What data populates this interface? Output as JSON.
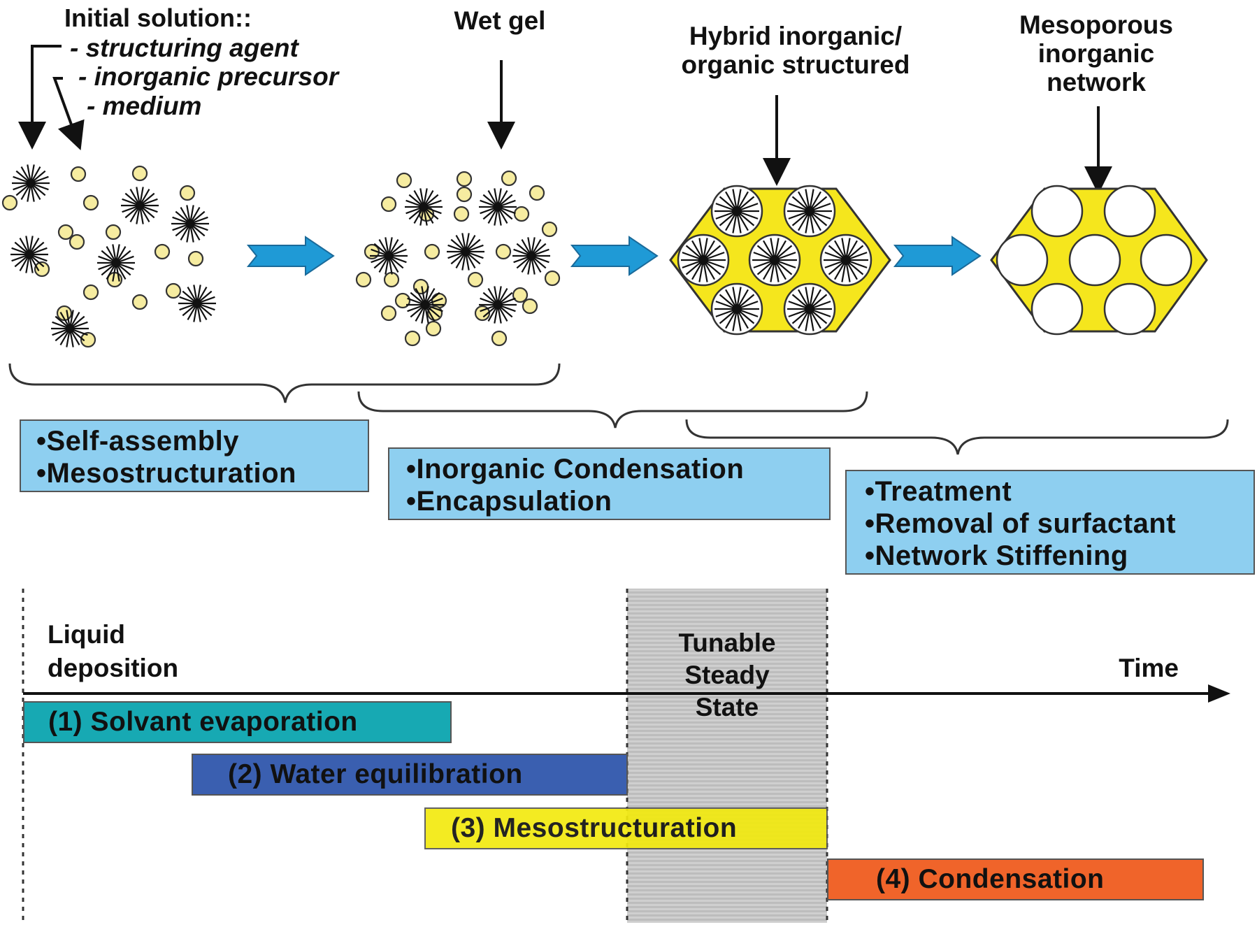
{
  "labels": {
    "initial_solution": {
      "title": "Initial solution::",
      "items": [
        "- structuring agent",
        "- inorganic precursor",
        "- medium"
      ]
    },
    "wet_gel": "Wet gel",
    "hybrid": [
      "Hybrid inorganic/",
      "organic structured"
    ],
    "mesoporous": [
      "Mesoporous",
      "inorganic",
      "network"
    ]
  },
  "process_boxes": [
    {
      "lines": [
        "•Self-assembly",
        "•Mesostructuration"
      ]
    },
    {
      "lines": [
        "•Inorganic Condensation",
        "•Encapsulation"
      ]
    },
    {
      "lines": [
        "•Treatment",
        "•Removal of surfactant",
        "•Network Stiffening"
      ]
    }
  ],
  "timeline": {
    "start_label": [
      "Liquid",
      "deposition"
    ],
    "axis_label": "Time",
    "steady_state": [
      "Tunable",
      "Steady",
      "State"
    ],
    "phases": [
      {
        "label": "(1) Solvant evaporation",
        "color": "#17a9b3"
      },
      {
        "label": "(2) Water equilibration",
        "color": "#3a5fb0"
      },
      {
        "label": "(3) Mesostructuration",
        "color": "#f2ea10"
      },
      {
        "label": "(4) Condensation",
        "color": "#f0642a"
      }
    ]
  },
  "colors": {
    "process_box": "#8ecff0",
    "arrow": "#1f9ad6",
    "hexagon": "#f5e61d",
    "particle": "#f6eca0",
    "steady_band": "#c9c9c9"
  },
  "icons": [
    "starburst-micelle-icon",
    "precursor-particle-icon",
    "process-arrow-icon",
    "hexagonal-structure-icon"
  ]
}
